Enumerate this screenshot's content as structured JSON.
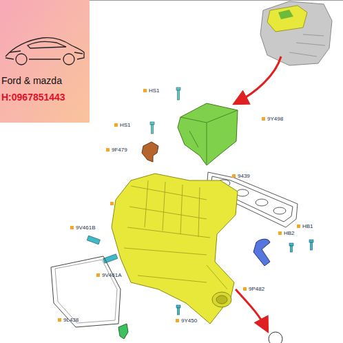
{
  "diagram": {
    "nodes": [
      {
        "text": [
          "Ford & mazda",
          "H:0967851443"
        ]
      }
    ],
    "labels": [
      "HS1",
      "9Y498",
      "HS1",
      "9F479",
      "9439",
      "9V461B",
      "HB2",
      "HB1",
      "9P482",
      "9V461A",
      "9L438",
      "9Y450"
    ]
  }
}
